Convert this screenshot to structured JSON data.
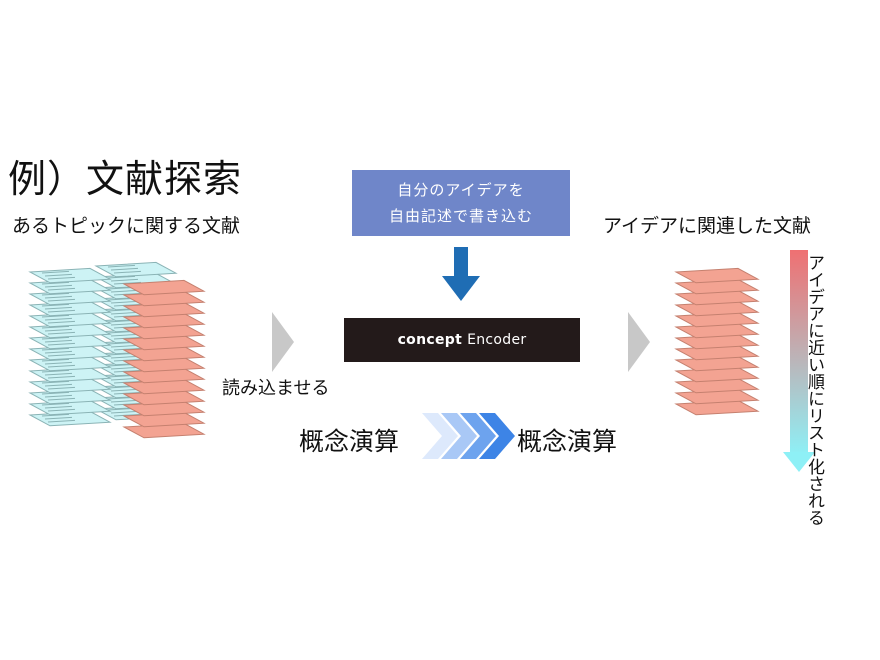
{
  "title": "例）文献探索",
  "left_label": "あるトピックに関する文献",
  "read_label": "読み込ませる",
  "instruction": {
    "line1": "自分のアイデアを",
    "line2": "自由記述で書き込む"
  },
  "encoder": {
    "brand": "concept",
    "name": "Encoder"
  },
  "concept_left": "概念演算",
  "concept_right": "概念演算",
  "right_label": "アイデアに関連した文献",
  "ranking_text": "アイデアに近い順にリスト化される",
  "colors": {
    "doc_blue_fill": "#cdf3f5",
    "doc_blue_stroke": "#8ab3b5",
    "doc_red_fill": "#f3a392",
    "doc_red_stroke": "#c5806f",
    "instruction_bg": "#6f86c9",
    "encoder_bg": "#231a1a",
    "down_arrow": "#1f6db4",
    "chevron_gray": "#c8c8c8",
    "gradient_top": "#ef7072",
    "gradient_bottom": "#8ef0f6"
  }
}
